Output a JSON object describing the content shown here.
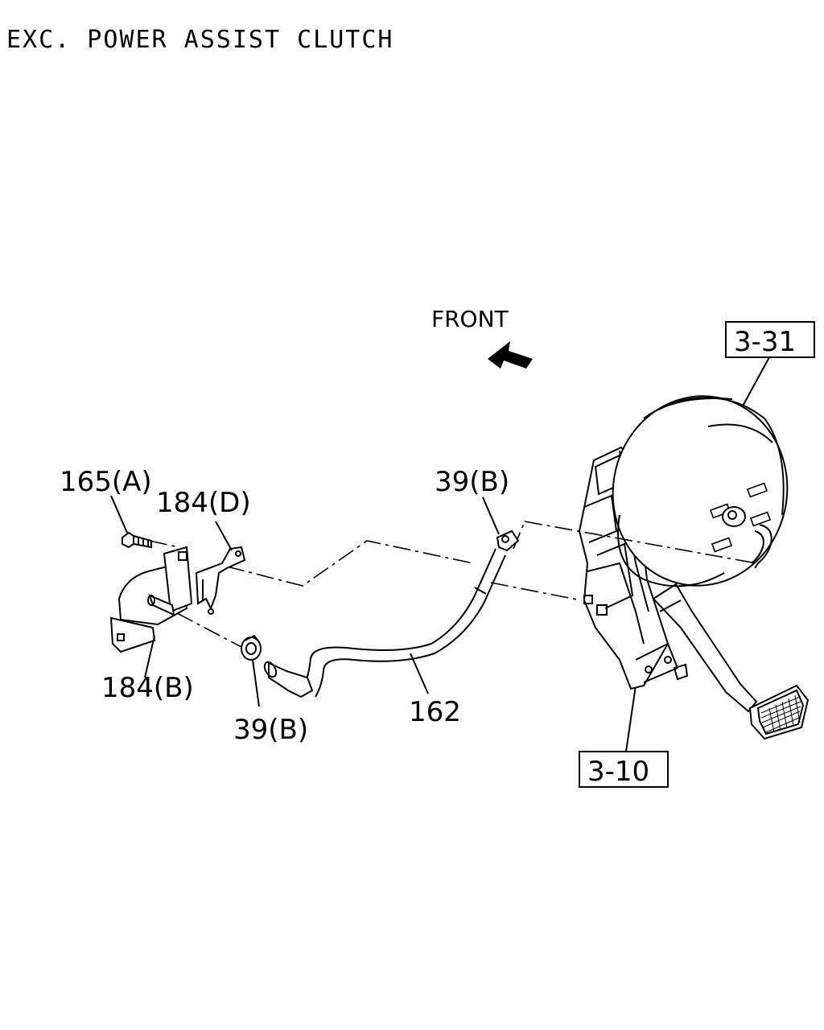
{
  "title": "EXC. POWER ASSIST CLUTCH",
  "front_label": "FRONT",
  "callouts": {
    "ref_top": "3-31",
    "ref_bottom": "3-10",
    "bolt": "165(A)",
    "bracket_d": "184(D)",
    "bracket_b": "184(B)",
    "clamp_top": "39(B)",
    "clamp_bottom": "39(B)",
    "hose": "162"
  }
}
